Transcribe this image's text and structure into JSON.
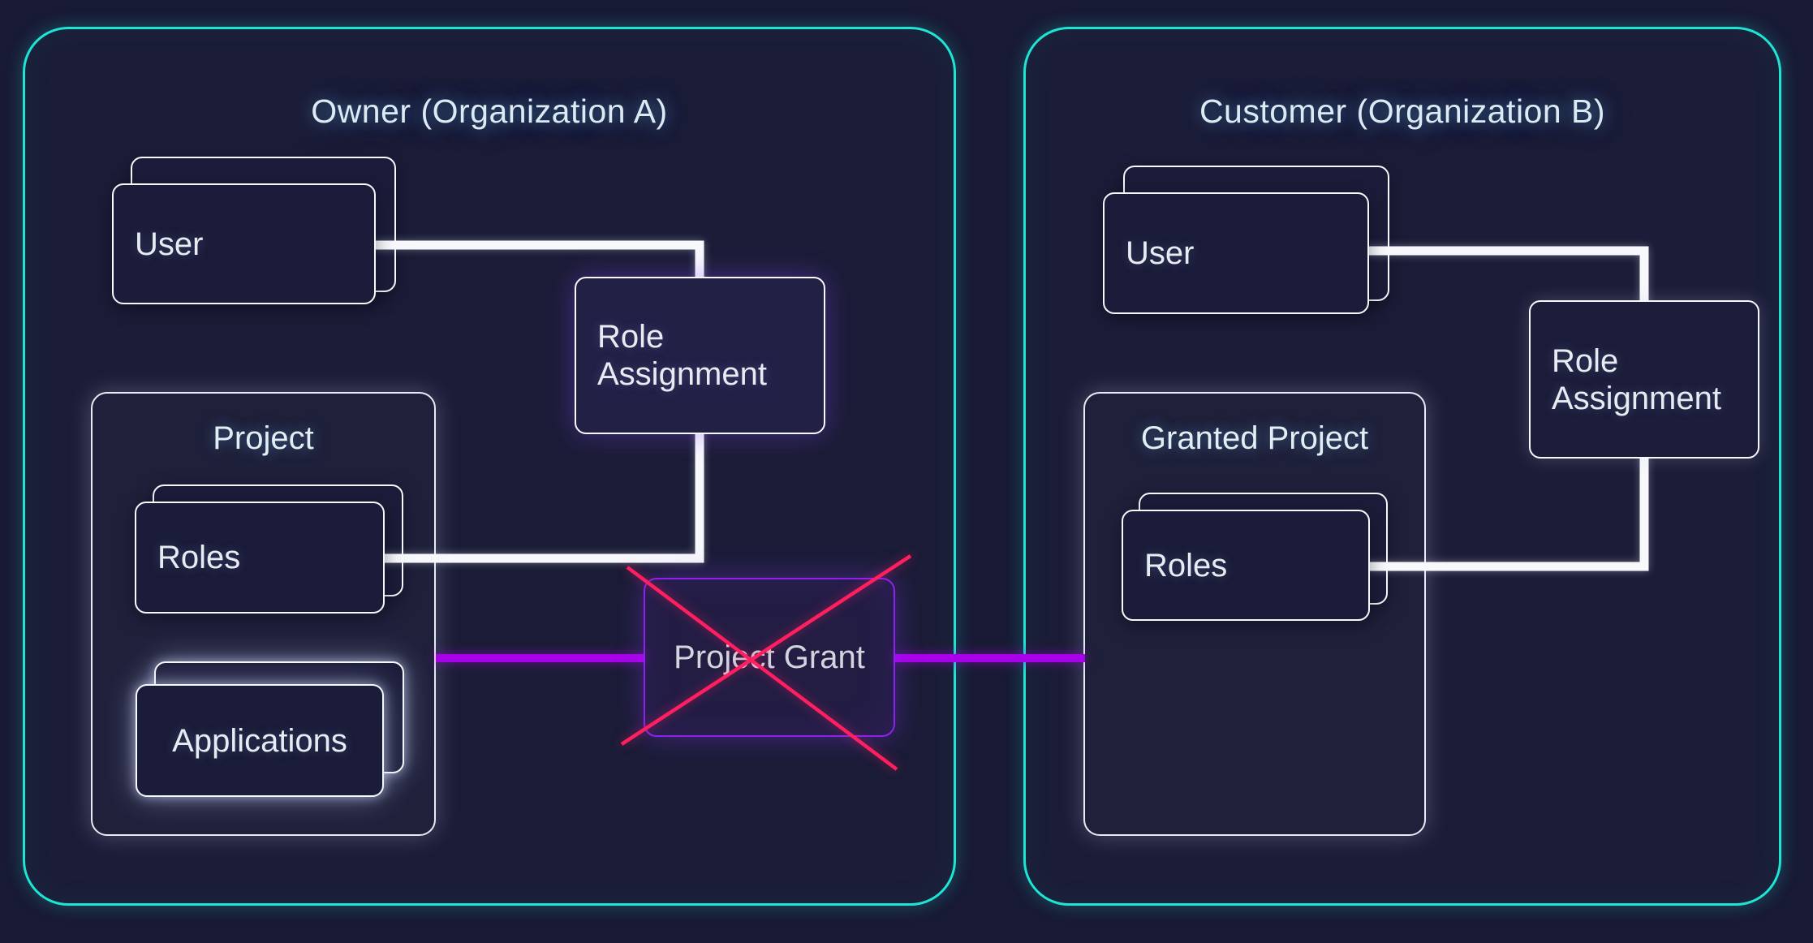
{
  "colors": {
    "background": "#191a35",
    "org_border": "#1ee4d3",
    "box_border": "#f7f8fb",
    "project_grant_border": "#8e20f2",
    "grant_connector": "#a800e8",
    "revoked_cross": "#ff1f60",
    "label_text": "#e9ebf2",
    "title_text": "#ddeaf4"
  },
  "owner_org": {
    "title": "Owner (Organization A)",
    "user": {
      "label": "User"
    },
    "role_assignment": {
      "label": "Role Assignment"
    },
    "project": {
      "title": "Project",
      "roles": {
        "label": "Roles"
      },
      "applications": {
        "label": "Applications"
      }
    }
  },
  "customer_org": {
    "title": "Customer (Organization B)",
    "user": {
      "label": "User"
    },
    "role_assignment": {
      "label": "Role Assignment"
    },
    "granted_project": {
      "title": "Granted Project",
      "roles": {
        "label": "Roles"
      }
    }
  },
  "project_grant": {
    "label": "Project Grant"
  }
}
